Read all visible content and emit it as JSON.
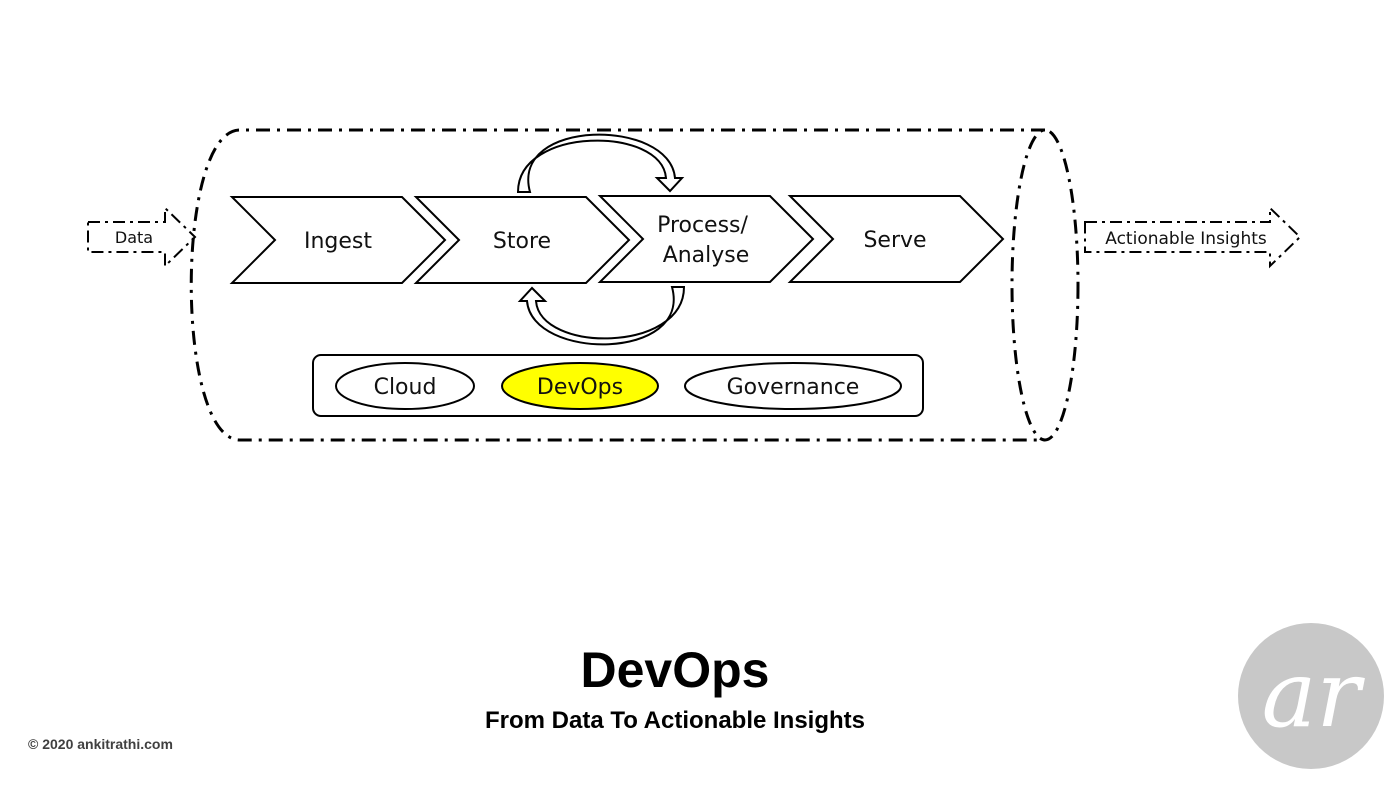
{
  "diagram": {
    "input_label": "Data",
    "output_label": "Actionable Insights",
    "stages": [
      "Ingest",
      "Store",
      "Process/\nAnalyse",
      "Serve"
    ],
    "enablers": [
      "Cloud",
      "DevOps",
      "Governance"
    ],
    "highlighted_enabler": "DevOps",
    "highlight_color": "#ffff00"
  },
  "footer": {
    "title": "DevOps",
    "subtitle": "From Data To Actionable Insights",
    "copyright": "©  2020  ankitrathi.com",
    "logo_text": "ar"
  }
}
